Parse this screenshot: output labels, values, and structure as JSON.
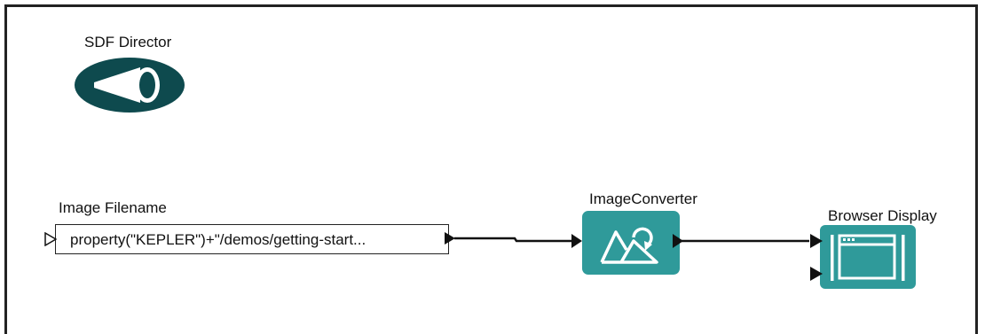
{
  "workflow": {
    "director": {
      "label": "SDF Director",
      "icon": "sdf-director-icon"
    },
    "image_filename": {
      "label": "Image Filename",
      "value": "property(\"KEPLER\")+\"/demos/getting-start..."
    },
    "image_converter": {
      "label": "ImageConverter",
      "icon": "image-converter-icon"
    },
    "browser_display": {
      "label": "Browser Display",
      "icon": "browser-display-icon"
    }
  },
  "colors": {
    "director_fill": "#0e4a4e",
    "actor_fill": "#2f9a9a",
    "frame": "#222222",
    "line": "#111111"
  }
}
